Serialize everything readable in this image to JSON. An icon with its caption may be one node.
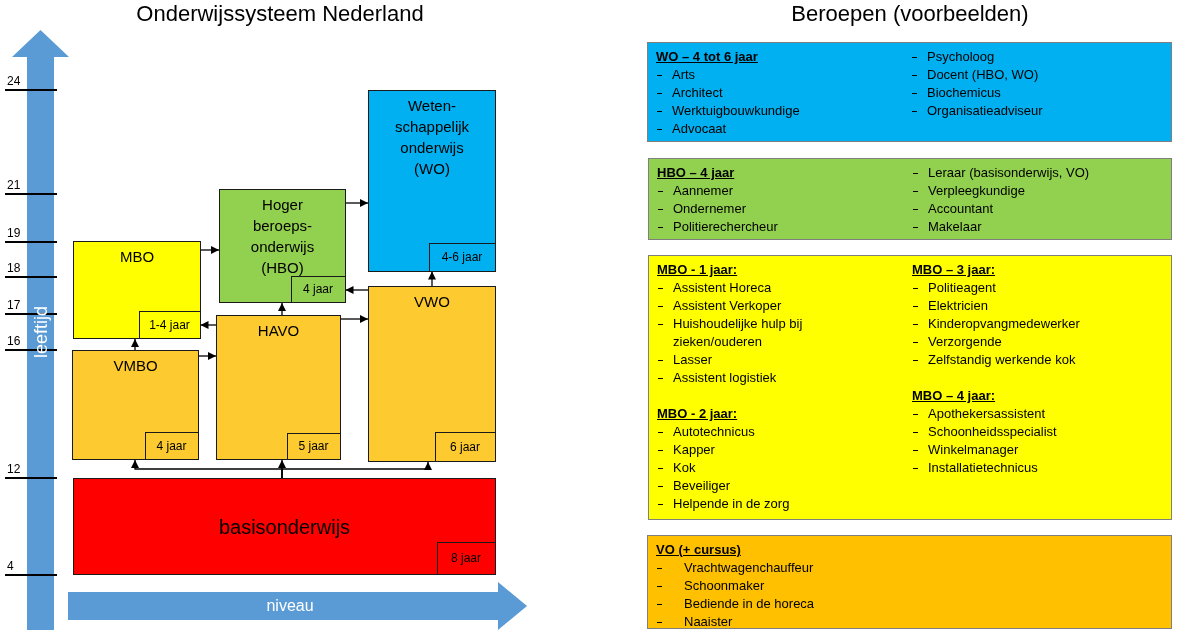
{
  "diagram": {
    "title": "Onderwijssysteem Nederland",
    "nodes": [
      {
        "text": [
          "Weten- schappelijk onderwijs (WO)"
        ]
      },
      {
        "text": [
          "4-6 jaar"
        ],
        "in": 0
      },
      {
        "text": [
          "Hoger beroeps- onderwijs (HBO)"
        ]
      },
      {
        "text": [
          "4 jaar"
        ],
        "in": 2
      },
      {
        "text": [
          "MBO"
        ]
      },
      {
        "text": [
          "1-4 jaar"
        ],
        "in": 4
      },
      {
        "text": [
          "VWO"
        ]
      },
      {
        "text": [
          "6 jaar"
        ],
        "in": 6
      },
      {
        "text": [
          "HAVO"
        ]
      },
      {
        "text": [
          "5 jaar"
        ],
        "in": 8
      },
      {
        "text": [
          "VMBO"
        ]
      },
      {
        "text": [
          "4 jaar"
        ],
        "in": 10
      },
      {
        "text": [
          "basisonderwijs"
        ]
      },
      {
        "text": [
          "8 jaar"
        ],
        "in": 12
      },
      {
        "text": [
          "WO – 4 tot 6 jaar",
          "Arts",
          "Architect",
          "Werktuigbouwkundige",
          "Advocaat",
          "Psycholoog",
          "Docent (HBO, WO)",
          "Biochemicus",
          "Organisatieadviseur"
        ]
      },
      {
        "text": [
          "HBO – 4 jaar",
          "Aannemer",
          "Ondernemer",
          "Politierechercheur",
          "Leraar (basisonderwijs, VO)",
          "Verpleegkundige",
          "Accountant",
          "Makelaar"
        ]
      },
      {
        "text": [
          "MBO - 1 jaar:",
          "Assistent Horeca",
          "Assistent Verkoper",
          "Huishoudelijke hulp bij zieken/ouderen",
          "Lasser",
          "Assistent logistiek",
          "MBO - 2 jaar:",
          "Autotechnicus",
          "Kapper",
          "Kok",
          "Beveiliger",
          "Helpende in de zorg",
          "MBO – 3 jaar:",
          "Politieagent",
          "Elektricien",
          "Kinderopvangmedewerker",
          "Verzorgende",
          "Zelfstandig werkende kok",
          "MBO – 4 jaar:",
          "Apothekersassistent",
          "Schoonheidsspecialist",
          "Winkelmanager",
          "Installatietechnicus"
        ]
      },
      {
        "text": [
          "VO (+ cursus)",
          "Vrachtwagenchauffeur",
          "Schoonmaker",
          "Bediende in de horeca",
          "Naaister"
        ]
      }
    ],
    "edges": [
      {
        "from": 4,
        "to": 2,
        "arrow": "to"
      },
      {
        "from": 2,
        "to": 0,
        "arrow": "to"
      },
      {
        "from": 6,
        "to": 3,
        "arrow": "to"
      },
      {
        "from": 6,
        "to": 1,
        "arrow": "to"
      },
      {
        "from": 8,
        "to": 2,
        "arrow": "to"
      },
      {
        "from": 8,
        "to": 6,
        "arrow": "to"
      },
      {
        "from": 8,
        "to": 5,
        "arrow": "to"
      },
      {
        "from": 10,
        "to": 4,
        "arrow": "to"
      },
      {
        "from": 10,
        "to": 8,
        "arrow": "to"
      },
      {
        "from": 12,
        "to": 10,
        "arrow": "to"
      },
      {
        "from": 12,
        "to": 8,
        "arrow": "to"
      },
      {
        "from": 12,
        "to": 6,
        "arrow": "to"
      }
    ],
    "labels": [
      "Beroepen (voorbeelden)",
      "24",
      "21",
      "19",
      "18",
      "17",
      "16",
      "12",
      "4",
      "leeftijd",
      "niveau"
    ]
  }
}
